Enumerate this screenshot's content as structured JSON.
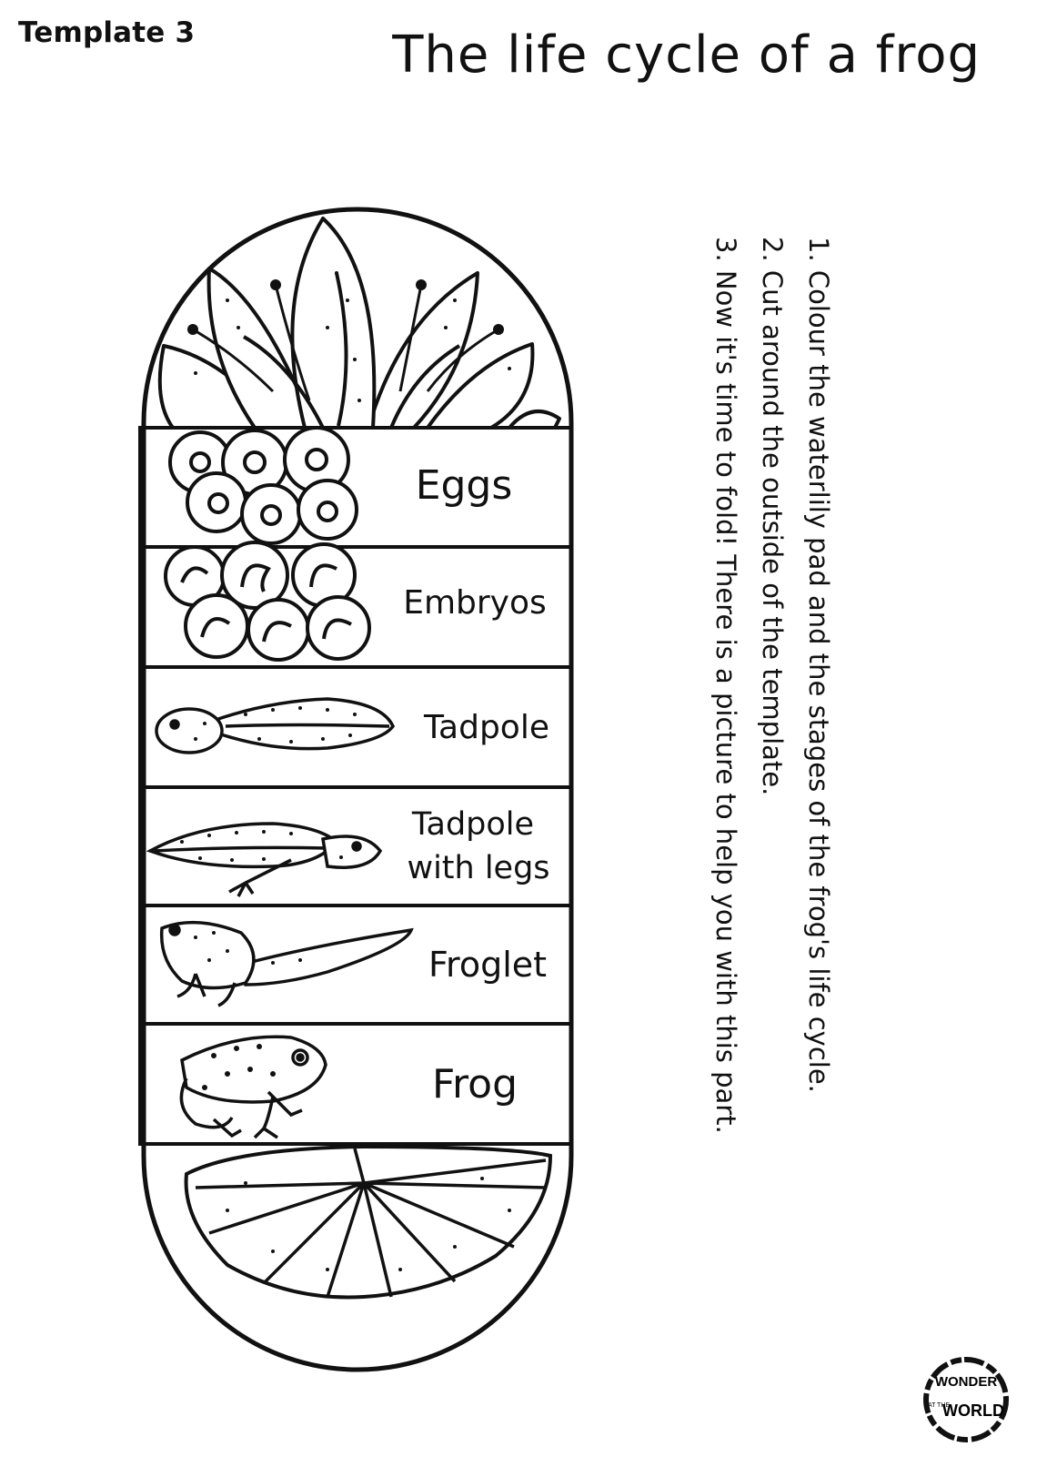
{
  "header": {
    "template_label": "Template 3",
    "title": "The life cycle of a frog"
  },
  "stages": [
    {
      "label": "Eggs"
    },
    {
      "label": "Embryos"
    },
    {
      "label": "Tadpole"
    },
    {
      "label_line1": "Tadpole",
      "label_line2": "with legs"
    },
    {
      "label": "Froglet"
    },
    {
      "label": "Frog"
    }
  ],
  "instructions": [
    "1. Colour the waterlily  pad and the stages of the frog's life cycle.",
    "2. Cut around the outside of the template.",
    "3. Now it's time to fold! There is a picture to help you with this part."
  ],
  "logo": {
    "line1": "WONDER",
    "line2": "AT THE",
    "line3": "WORLD"
  },
  "icons": [
    "waterlily-flower-icon",
    "eggs-icon",
    "embryos-icon",
    "tadpole-icon",
    "tadpole-with-legs-icon",
    "froglet-icon",
    "frog-icon",
    "lily-pad-icon"
  ],
  "colors": {
    "ink": "#111111",
    "paper": "#ffffff"
  }
}
